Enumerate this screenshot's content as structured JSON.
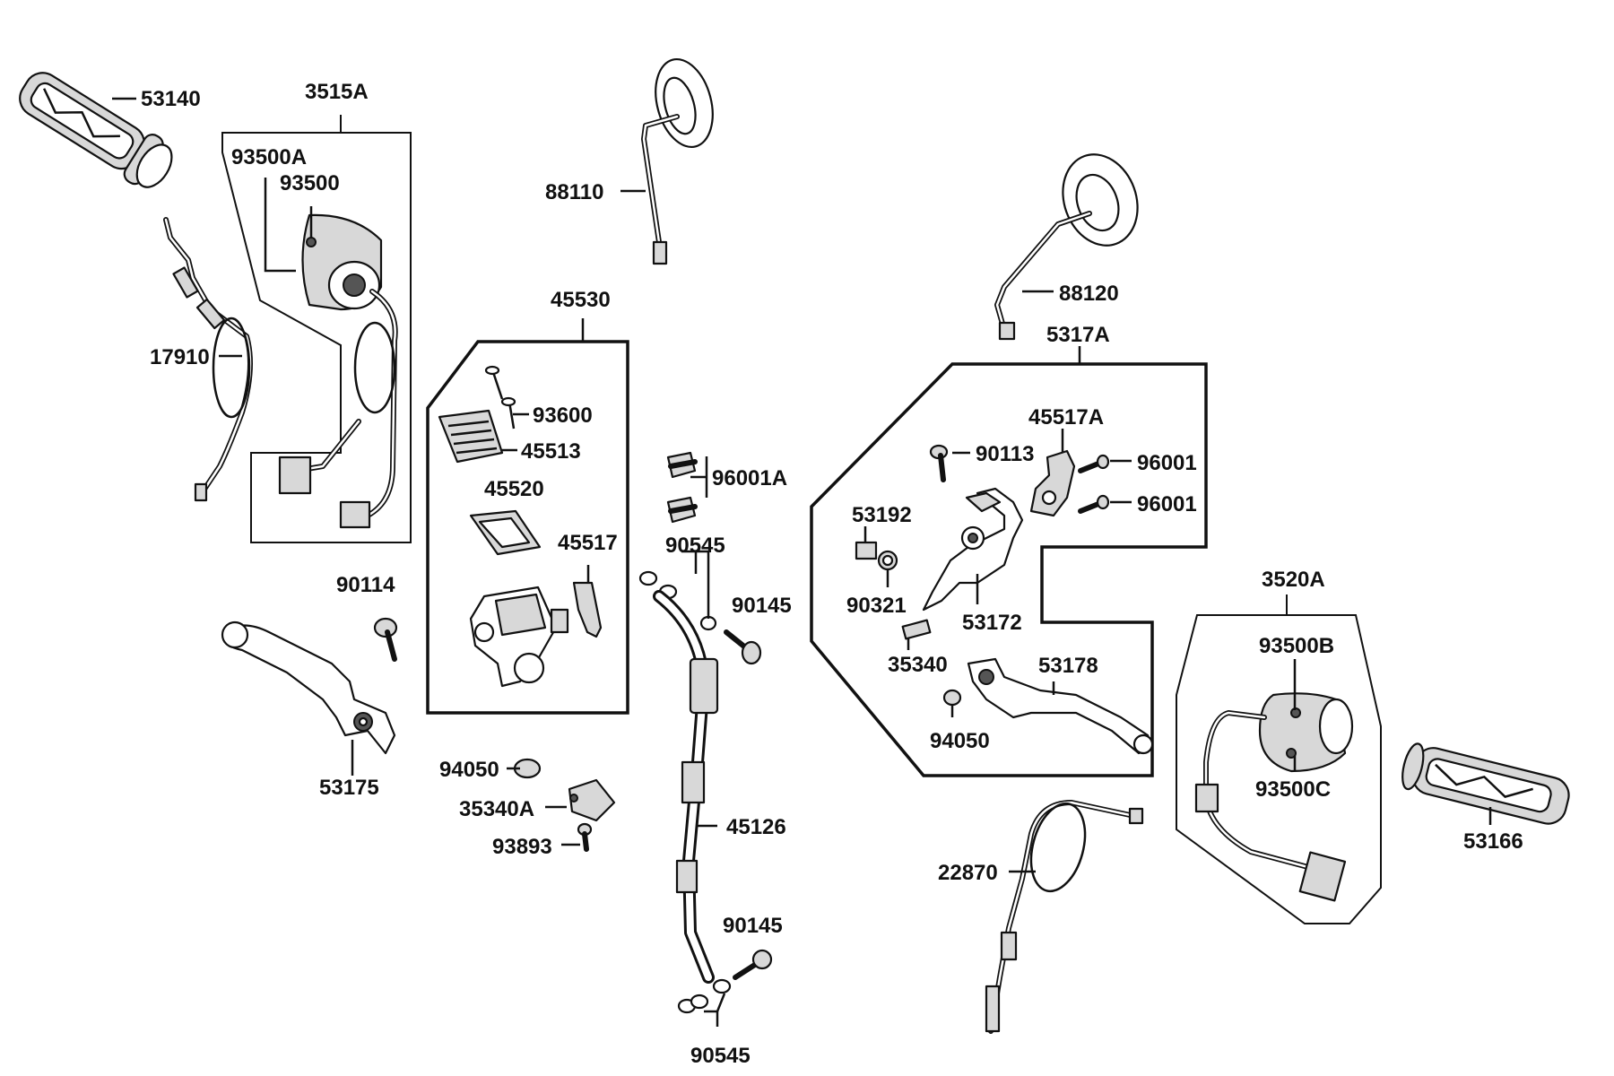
{
  "labels": {
    "l53140": "53140",
    "l3515A": "3515A",
    "l93500A": "93500A",
    "l93500": "93500",
    "l17910": "17910",
    "l88110": "88110",
    "l45530": "45530",
    "l93600": "93600",
    "l45513": "45513",
    "l45520": "45520",
    "l45517": "45517",
    "l96001A": "96001A",
    "l90545a": "90545",
    "l90145a": "90145",
    "l90114": "90114",
    "l53175": "53175",
    "l94050a": "94050",
    "l35340A": "35340A",
    "l93893": "93893",
    "l45126": "45126",
    "l90145b": "90145",
    "l90545b": "90545",
    "l88120": "88120",
    "l5317A": "5317A",
    "l45517A": "45517A",
    "l90113": "90113",
    "l96001a": "96001",
    "l96001b": "96001",
    "l53192": "53192",
    "l90321": "90321",
    "l53172": "53172",
    "l35340": "35340",
    "l53178": "53178",
    "l94050b": "94050",
    "l3520A": "3520A",
    "l93500B": "93500B",
    "l93500C": "93500C",
    "l53166": "53166",
    "l22870": "22870"
  },
  "icons": [
    "grip-icon",
    "switch-housing-icon",
    "cable-icon",
    "mirror-icon",
    "master-cylinder-icon",
    "brake-lever-icon",
    "brake-hose-icon",
    "bolt-icon",
    "washer-icon",
    "bracket-icon"
  ]
}
